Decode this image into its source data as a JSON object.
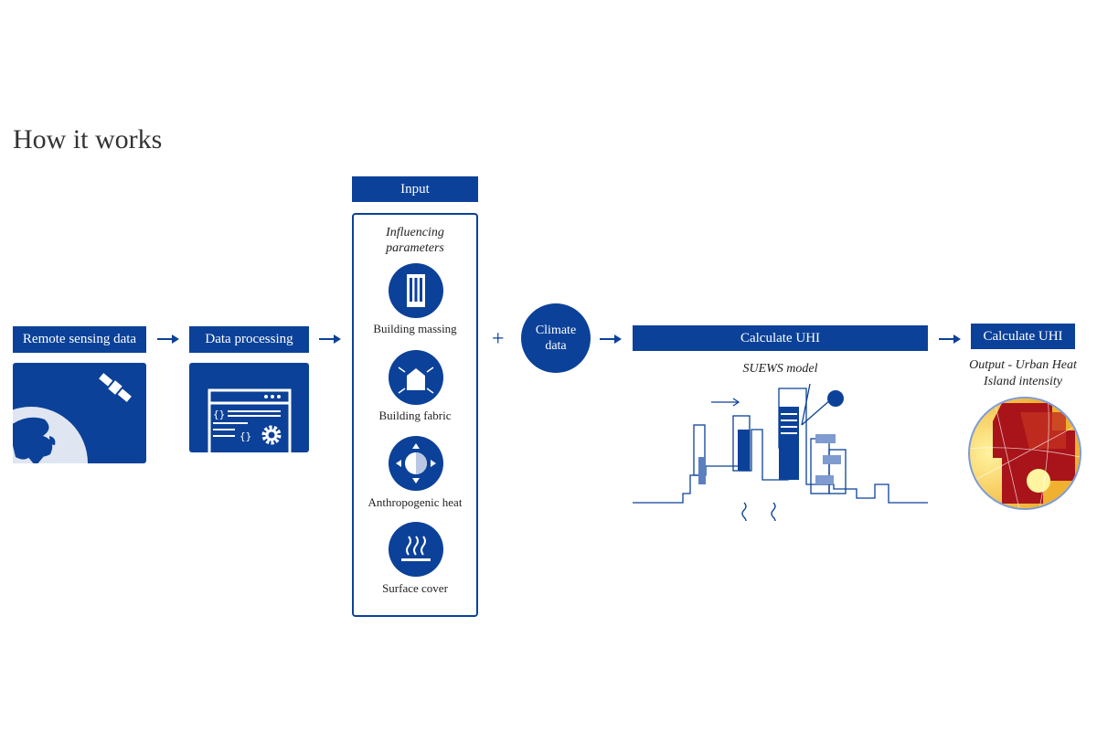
{
  "title": "How it works",
  "steps": {
    "remote_sensing": "Remote sensing data",
    "data_processing": "Data processing",
    "input": {
      "label": "Input",
      "subtitle_line1": "Influencing",
      "subtitle_line2": "parameters",
      "params": [
        "Building massing",
        "Building fabric",
        "Anthropogenic heat",
        "Surface cover"
      ]
    },
    "plus": "+",
    "climate_line1": "Climate",
    "climate_line2": "data",
    "calculate": {
      "label": "Calculate UHI",
      "subtitle": "SUEWS model"
    },
    "output": {
      "label": "Calculate UHI",
      "subtitle_line1": "Output - Urban Heat",
      "subtitle_line2": "Island intensity"
    }
  },
  "colors": {
    "brand": "#0b4199"
  }
}
